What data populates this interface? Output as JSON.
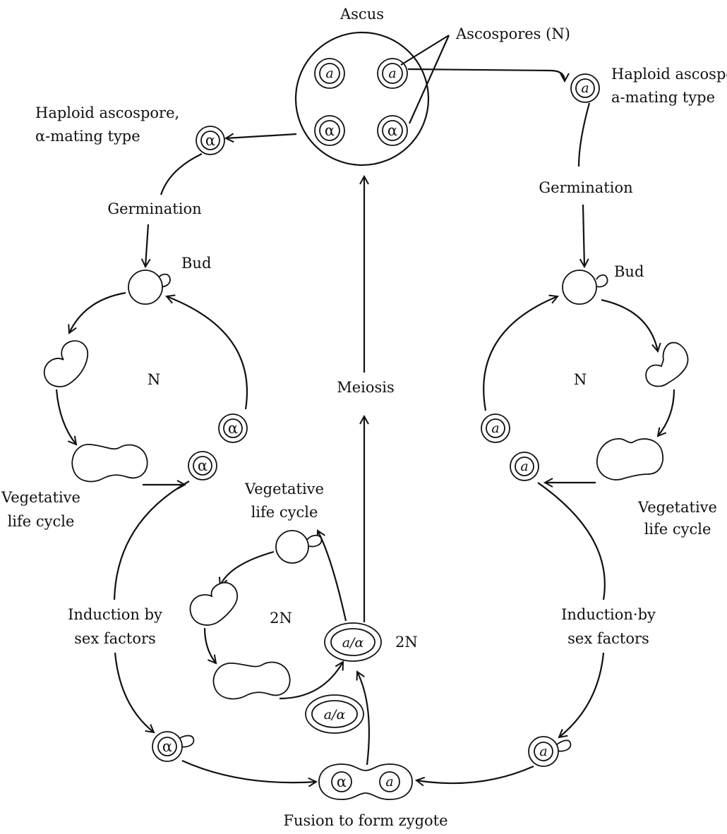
{
  "labels": {
    "ascus": "Ascus",
    "ascospores": "Ascospores (N)",
    "haploid_a_line1": "Haploid ascospore,",
    "haploid_a_line2": "a-mating type",
    "haploid_alpha_line1": "Haploid ascospore,",
    "haploid_alpha_line2": "α-mating type",
    "germination_left": "Germination",
    "germination_right": "Germination",
    "bud_left": "Bud",
    "bud_right": "Bud",
    "n_left": "N",
    "n_right": "N",
    "meiosis": "Meiosis",
    "veg_left_line1": "Vegetative",
    "veg_left_line2": "life cycle",
    "veg_center_line1": "Vegetative",
    "veg_center_line2": "life cycle",
    "veg_right_line1": "Vegetative",
    "veg_right_line2": "life cycle",
    "twoN_center": "2N",
    "twoN_right": "2N",
    "induction_left_line1": "Induction by",
    "induction_left_line2": "sex factors",
    "induction_right_line1": "Induction·by",
    "induction_right_line2": "sex factors",
    "fusion": "Fusion to form zygote"
  },
  "cell_letters": {
    "a": "a",
    "alpha": "α",
    "a_alpha": "a/α"
  }
}
